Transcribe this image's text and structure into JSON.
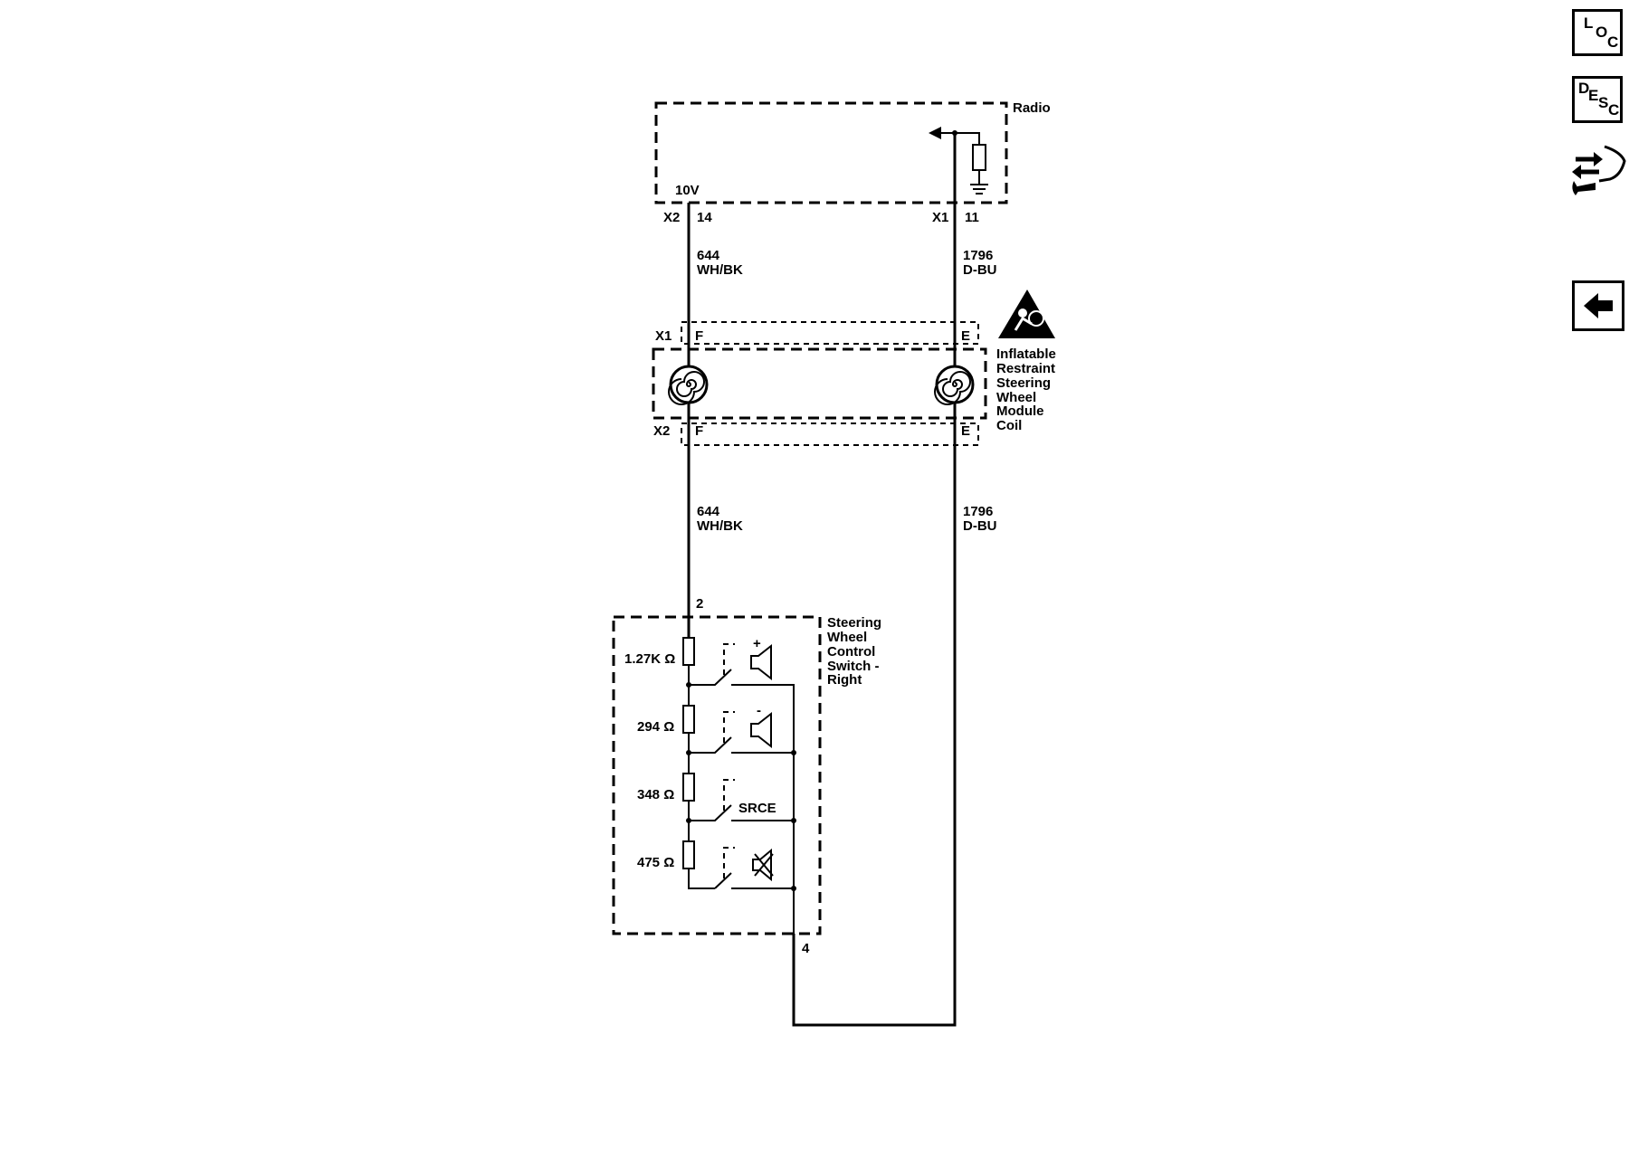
{
  "toolbar": {
    "loc": [
      "L",
      "O",
      "C"
    ],
    "desc": [
      "D",
      "E",
      "S",
      "C"
    ]
  },
  "diagram": {
    "radio": {
      "label": "Radio",
      "voltage": "10V",
      "connector_left": "X2",
      "pin_left": "14",
      "connector_right": "X1",
      "pin_right": "11"
    },
    "wire_left": {
      "circuit": "644",
      "color": "WH/BK"
    },
    "wire_right": {
      "circuit": "1796",
      "color": "D-BU"
    },
    "coil": {
      "label_lines": [
        "Inflatable",
        "Restraint",
        "Steering",
        "Wheel",
        "Module",
        "Coil"
      ],
      "top_connector": "X1",
      "bottom_connector": "X2",
      "pin_left": "F",
      "pin_right": "E"
    },
    "switch": {
      "label_lines": [
        "Steering",
        "Wheel",
        "Control",
        "Switch -",
        "Right"
      ],
      "pin_top": "2",
      "pin_bottom": "4",
      "resistors": [
        "1.27K Ω",
        "294 Ω",
        "348 Ω",
        "475 Ω"
      ],
      "srce_label": "SRCE",
      "plus_label": "+",
      "minus_label": "-"
    }
  }
}
